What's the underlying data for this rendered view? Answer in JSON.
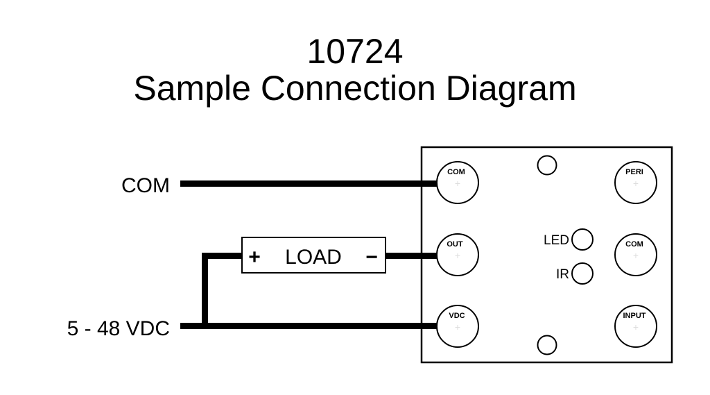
{
  "title": {
    "part_number": "10724",
    "subtitle": "Sample Connection Diagram"
  },
  "wires": {
    "com_label": "COM",
    "supply_label": "5 - 48 VDC"
  },
  "load": {
    "plus": "+",
    "label": "LOAD",
    "minus": "−"
  },
  "board": {
    "terminals_left": [
      "COM",
      "OUT",
      "VDC"
    ],
    "terminals_right": [
      "PERI",
      "COM",
      "INPUT"
    ],
    "indicators": [
      {
        "label": "LED"
      },
      {
        "label": "IR"
      }
    ]
  }
}
